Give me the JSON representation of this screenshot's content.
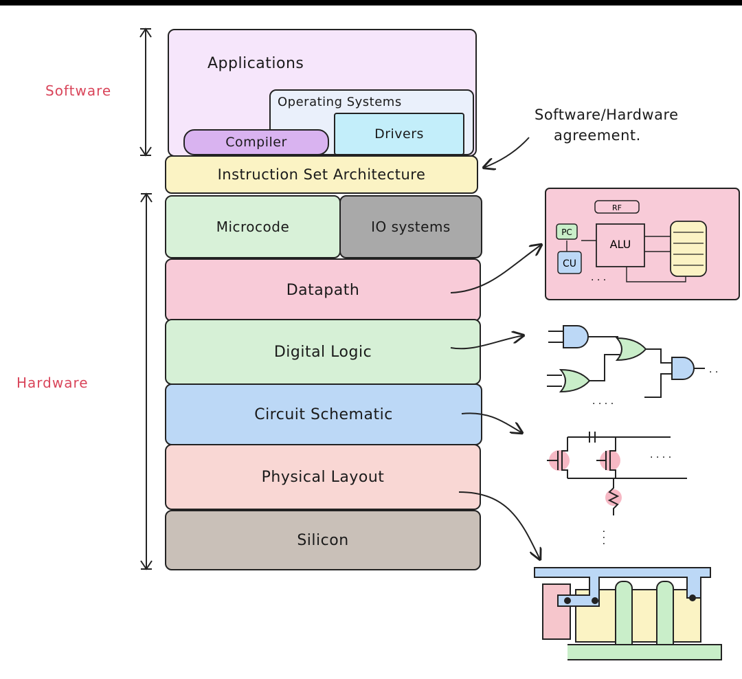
{
  "labels": {
    "software": "Software",
    "hardware": "Hardware"
  },
  "software_stack": {
    "applications": "Applications",
    "operating_systems": "Operating Systems",
    "compiler": "Compiler",
    "drivers": "Drivers"
  },
  "isa": "Instruction Set Architecture",
  "hardware_stack": {
    "microcode": "Microcode",
    "io_systems": "IO systems",
    "datapath": "Datapath",
    "digital_logic": "Digital Logic",
    "circuit_schematic": "Circuit Schematic",
    "physical_layout": "Physical Layout",
    "silicon": "Silicon"
  },
  "annotation": {
    "line1": "Software/Hardware",
    "line2": "agreement."
  },
  "datapath_sketch": {
    "rf": "RF",
    "pc": "PC",
    "cu": "CU",
    "alu": "ALU"
  },
  "colors": {
    "applications": "#f6e6fb",
    "operating_systems": "#eaf0fb",
    "compiler": "#d9b3f0",
    "drivers": "#c3eefa",
    "isa": "#fbf3c4",
    "microcode": "#d8f1d8",
    "io_systems": "#a9a9a9",
    "datapath": "#f8cbd8",
    "digital_logic": "#d6f0d6",
    "circuit_schematic": "#bcd8f6",
    "physical_layout": "#f9d7d4",
    "silicon": "#c9c0b8",
    "label_red": "#d9455a"
  }
}
